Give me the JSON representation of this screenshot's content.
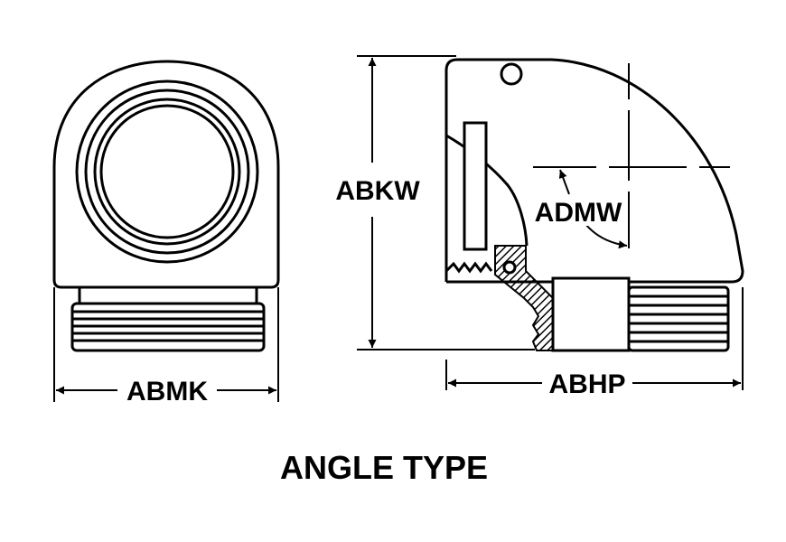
{
  "diagram": {
    "caption": "ANGLE TYPE",
    "dimensions": {
      "front_width": "ABMK",
      "side_height": "ABKW",
      "side_width": "ABHP",
      "angle": "ADMW"
    },
    "colors": {
      "ink": "#000000",
      "paper": "#ffffff"
    }
  }
}
